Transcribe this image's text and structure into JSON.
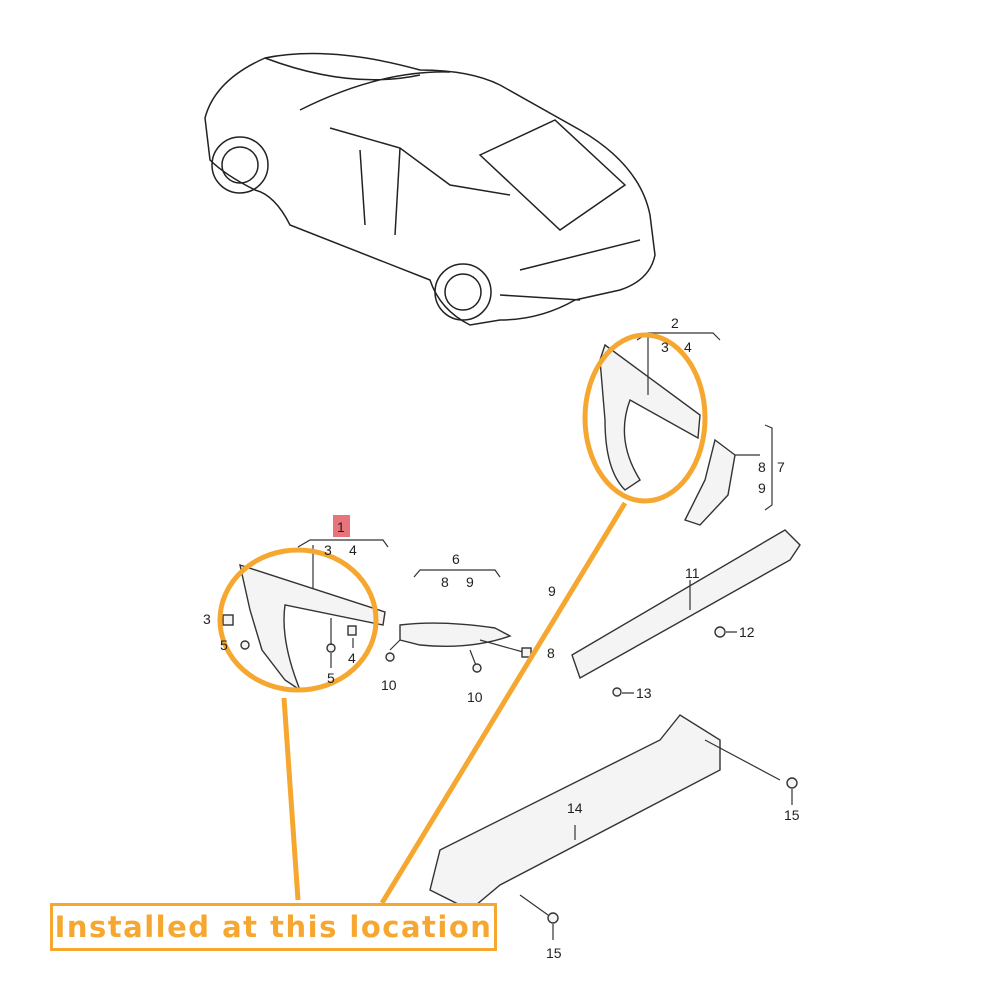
{
  "callout": {
    "text": "Installed at this location"
  },
  "highlight_color": "#e8737a",
  "accent_color": "#f6a730",
  "labels": {
    "l1": "1",
    "l3a": "3",
    "l4a": "4",
    "l3b": "3",
    "l5a": "5",
    "l5b": "5",
    "l4b": "4",
    "l6": "6",
    "l8a": "8",
    "l9a": "9",
    "l9b": "9",
    "l8b": "8",
    "l10a": "10",
    "l10b": "10",
    "l2": "2",
    "l3c": "3",
    "l4c": "4",
    "l7": "7",
    "l8c": "8",
    "l9c": "9",
    "l11": "11",
    "l12": "12",
    "l13": "13",
    "l14": "14",
    "l15a": "15",
    "l15b": "15"
  }
}
